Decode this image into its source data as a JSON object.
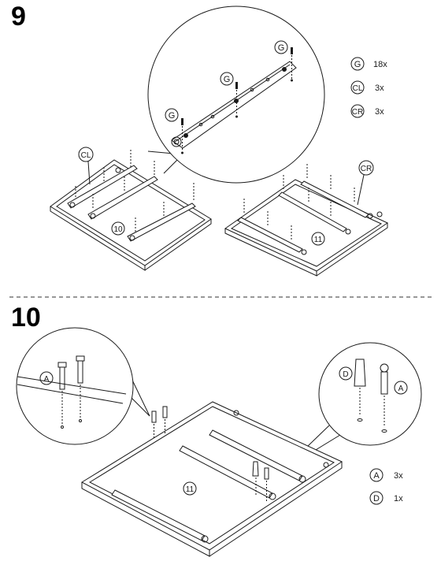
{
  "step9": {
    "number": "9",
    "legend": [
      {
        "code": "G",
        "qty": "18x"
      },
      {
        "code": "CL",
        "qty": "3x"
      },
      {
        "code": "CR",
        "qty": "3x"
      }
    ],
    "callout_letter": "G",
    "board_left_label": "10",
    "board_right_label": "11",
    "cl_label": "CL",
    "cr_label": "CR"
  },
  "step10": {
    "number": "10",
    "legend": [
      {
        "code": "A",
        "qty": "3x"
      },
      {
        "code": "D",
        "qty": "1x"
      }
    ],
    "callout_left_letter": "A",
    "callout_right_letters": [
      "D",
      "A"
    ],
    "board_label": "11"
  },
  "colors": {
    "ink": "#1a1a1a",
    "divider": "#777777"
  }
}
